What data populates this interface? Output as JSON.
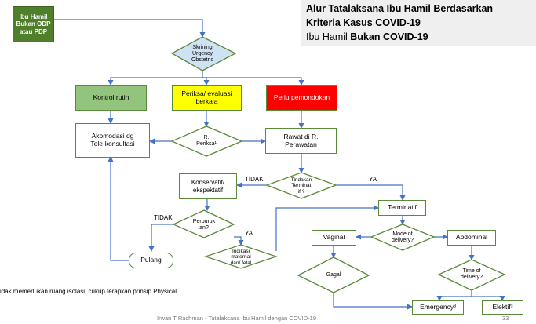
{
  "title": {
    "line1": "Alur Tatalaksana Ibu Hamil Berdasarkan",
    "line2": "Kriteria Kasus COVID-19",
    "line3_prefix": "Ibu Hamil ",
    "line3_bold": "Bukan COVID-19"
  },
  "nodes": {
    "start": [
      "Ibu Hamil",
      "Bukan ODP",
      "atau PDP"
    ],
    "skrining": [
      "Skrining",
      "Urgency",
      "Obstetric"
    ],
    "kontrol_rutin": "Kontrol rutin",
    "periksa_evaluasi": [
      "Periksa/ evaluasi",
      "berkala"
    ],
    "perlu_pemondokan": "Perlu pemondokan",
    "akomodasi": [
      "Akomodasi dg",
      "Tele-konsultasi"
    ],
    "r_periksa": [
      "R.",
      "Periksa¹"
    ],
    "rawat": [
      "Rawat di R.",
      "Perawatan"
    ],
    "konservatif": [
      "Konservatif/",
      "ekspektatif"
    ],
    "tindakan_terminat": [
      "Tindakan",
      "Terminat",
      "if ?"
    ],
    "terminatif": "Terminatif",
    "perburukan": [
      "Perburuk",
      "an?"
    ],
    "indikasi": [
      "Indikasi",
      "maternal",
      "dan/ fetal"
    ],
    "pulang": "Pulang",
    "vaginal": "Vaginal",
    "mode_delivery": [
      "Mode of",
      "delivery?"
    ],
    "abdominal": "Abdominal",
    "gagal": "Gagal",
    "time_delivery": [
      "Time of",
      "delivery?"
    ],
    "emergency": "Emergency³",
    "elektif": "Elektif³"
  },
  "edge_labels": {
    "tidak_1": "TIDAK",
    "ya_1": "YA",
    "tidak_2": "TIDAK",
    "ya_2": "YA"
  },
  "note": "idak memerlukan ruang isolasi, cukup terapkan prinsip Physical",
  "footer": {
    "credit": "Irwan T Rachman - Tatalaksana Ibu Hamil dengan COVID-19",
    "page_number": "33"
  },
  "colors": {
    "start_fill": "#4f7f2b",
    "kontrol_fill": "#93c47d",
    "periksa_fill": "#ffff00",
    "pemondokan_fill": "#ff0000",
    "skrining_fill": "#cfe2f3",
    "box_border": "#5a8a3a",
    "arrow": "#4472c4"
  }
}
